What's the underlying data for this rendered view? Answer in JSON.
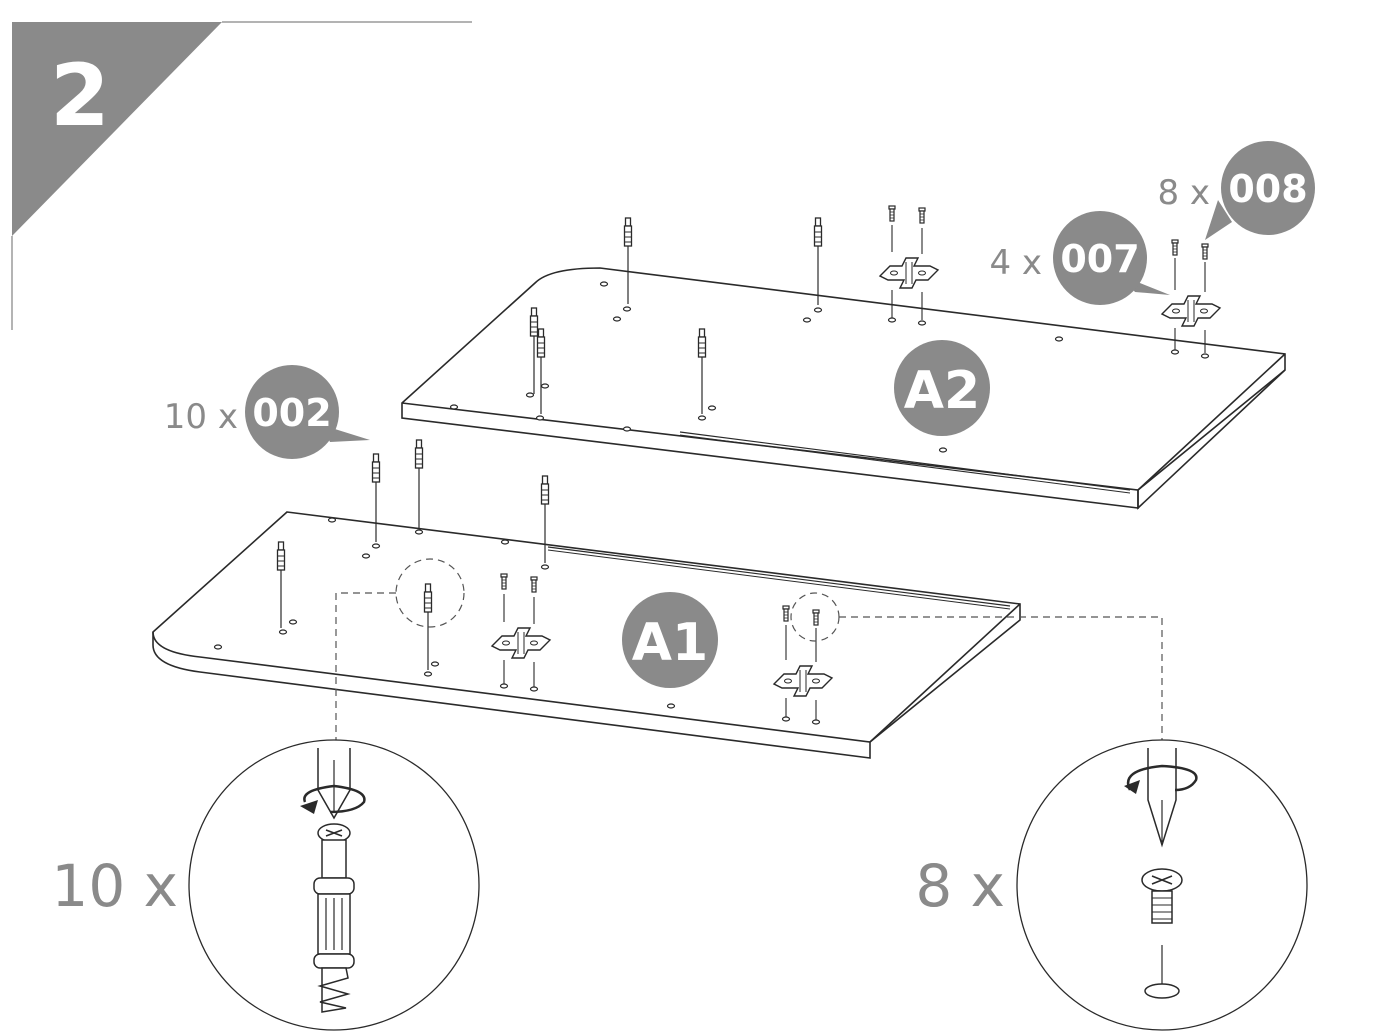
{
  "step": {
    "number": "2"
  },
  "callouts": [
    {
      "qty": "8 x",
      "part": "008"
    },
    {
      "qty": "4 x",
      "part": "007"
    },
    {
      "qty": "10 x",
      "part": "002"
    }
  ],
  "panels": [
    {
      "label": "A2"
    },
    {
      "label": "A1"
    }
  ],
  "details": [
    {
      "qty": "10 x"
    },
    {
      "qty": "8 x"
    }
  ],
  "colors": {
    "badge": "#8a8a8a",
    "line": "#2a2a2a",
    "qty_text": "#8a8a8a",
    "dashed": "#555555"
  }
}
